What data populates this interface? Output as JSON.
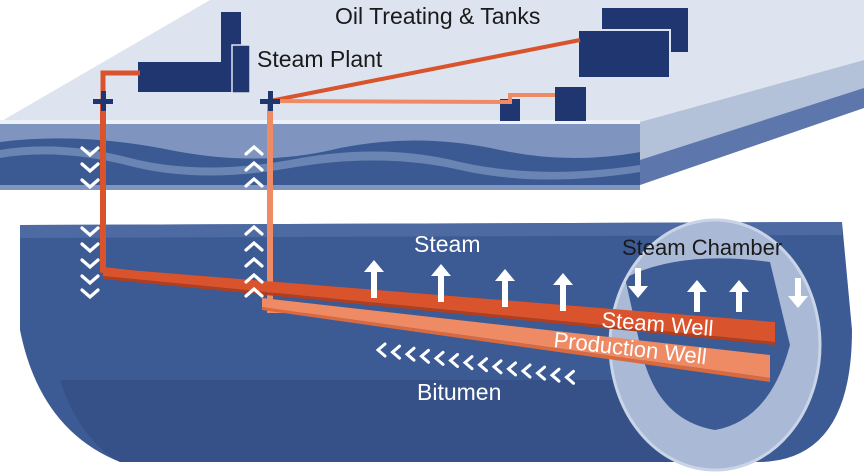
{
  "labels": {
    "oil_treating": "Oil Treating & Tanks",
    "steam_plant": "Steam Plant",
    "steam": "Steam",
    "steam_chamber": "Steam Chamber",
    "steam_well": "Steam Well",
    "production_well": "Production Well",
    "bitumen": "Bitumen"
  },
  "colors": {
    "surface_light": "#dde4ef",
    "surface_mid": "#b3c1d9",
    "layer_dark": "#3b5a94",
    "layer_mid": "#7f95c0",
    "reservoir": "#3c5a93",
    "facility": "#1f3670",
    "steam_pipe": "#d9532c",
    "production_pipe": "#ee8a64",
    "chamber": "#aabad6",
    "text_dark": "#1a1a1a",
    "text_light": "#ffffff"
  },
  "icons": {
    "wellhead": "plus-cross",
    "steam_arrow": "up-arrow",
    "flow_chevron": "chevron"
  }
}
